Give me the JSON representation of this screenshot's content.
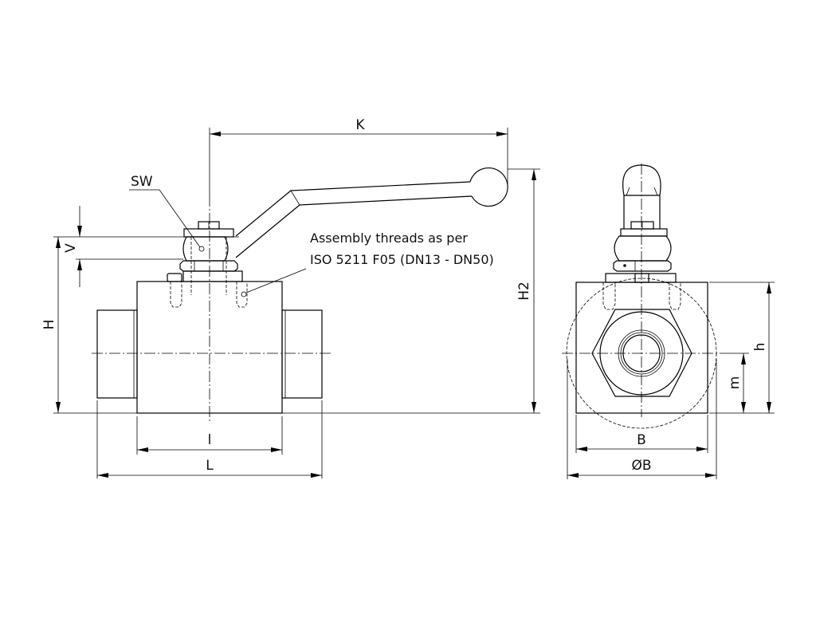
{
  "title": "Ball valve dimension drawing",
  "labels": {
    "K": "K",
    "SW": "SW",
    "V": "V",
    "H": "H",
    "H2": "H2",
    "l_small": "l",
    "L": "L",
    "h": "h",
    "m": "m",
    "B": "B",
    "OB": "ØB"
  },
  "note": {
    "line1": "Assembly threads as per",
    "line2": "ISO 5211 F05 (DN13 - DN50)"
  }
}
